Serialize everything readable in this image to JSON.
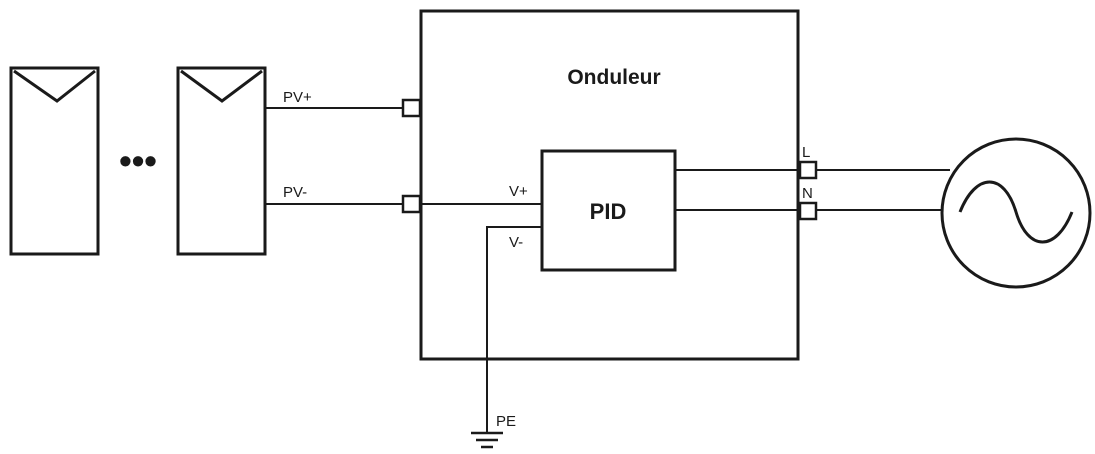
{
  "inverter": {
    "title": "Onduleur"
  },
  "pid": {
    "label": "PID"
  },
  "dc_terminals": {
    "pv_plus": "PV+",
    "pv_minus": "PV-"
  },
  "pid_inputs": {
    "v_plus": "V+",
    "v_minus": "V-"
  },
  "ac_terminals": {
    "line": "L",
    "neutral": "N"
  },
  "ground": {
    "label": "PE"
  },
  "panels": {
    "ellipsis": "•••"
  },
  "colors": {
    "line": "#1a1a1a",
    "background": "#ffffff"
  },
  "icons": {
    "ac_source": "sine-wave-icon",
    "ground": "ground-symbol-icon"
  }
}
